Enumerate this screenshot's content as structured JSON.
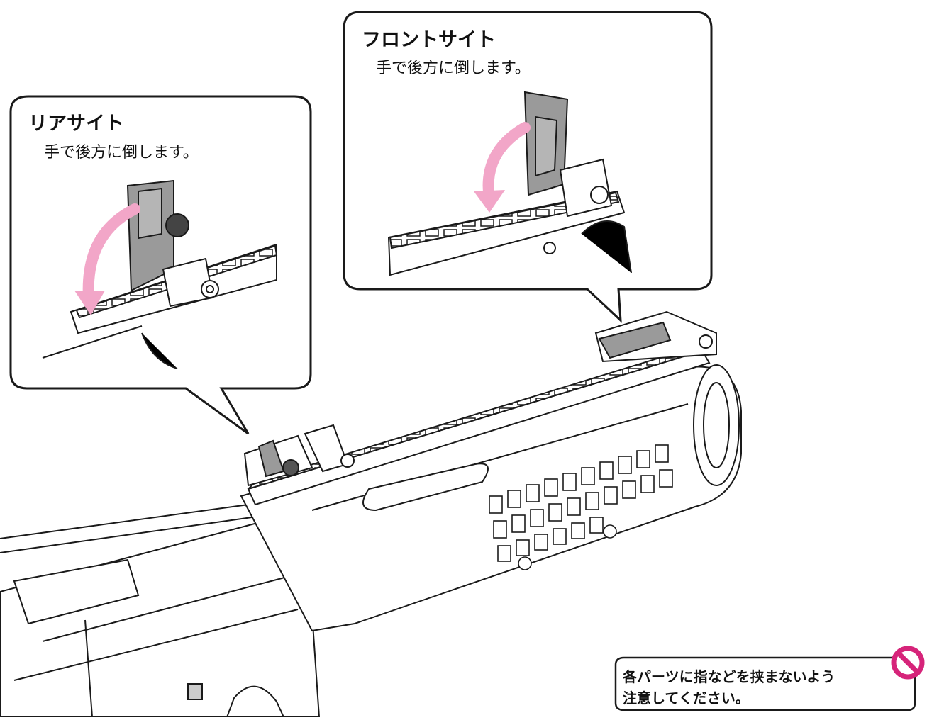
{
  "callouts": {
    "rear": {
      "title": "リアサイト",
      "description": "手で後方に倒します。"
    },
    "front": {
      "title": "フロントサイト",
      "description": "手で後方に倒します。"
    }
  },
  "warning": {
    "line1": "各パーツに指などを挟まないよう",
    "line2": "注意してください。",
    "icon": "prohibition-icon"
  },
  "colors": {
    "arrow": "#f2a6c8",
    "outline": "#1a1a1a",
    "sight_fill": "#9a9a9a",
    "warning_icon": "#d6247a"
  }
}
